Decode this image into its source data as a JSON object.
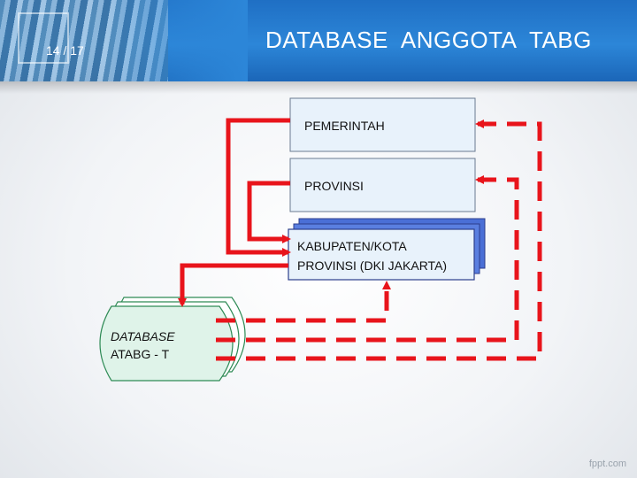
{
  "header": {
    "page_number": "14 / 17",
    "title": "DATABASE  ANGGOTA  TABG"
  },
  "nodes": {
    "pemerintah": "PEMERINTAH",
    "provinsi": "PROVINSI",
    "kabupaten_line1": "KABUPATEN/KOTA",
    "kabupaten_line2": "PROVINSI (DKI JAKARTA)",
    "database_line1": "DATABASE",
    "database_line2": "ATABG - T"
  },
  "footer": {
    "watermark": "fppt.com"
  },
  "colors": {
    "arrow": "#e8141b",
    "box_fill": "#e8f2fb",
    "box_blue": "#4a6fd6",
    "db_fill": "#dff3e9"
  }
}
